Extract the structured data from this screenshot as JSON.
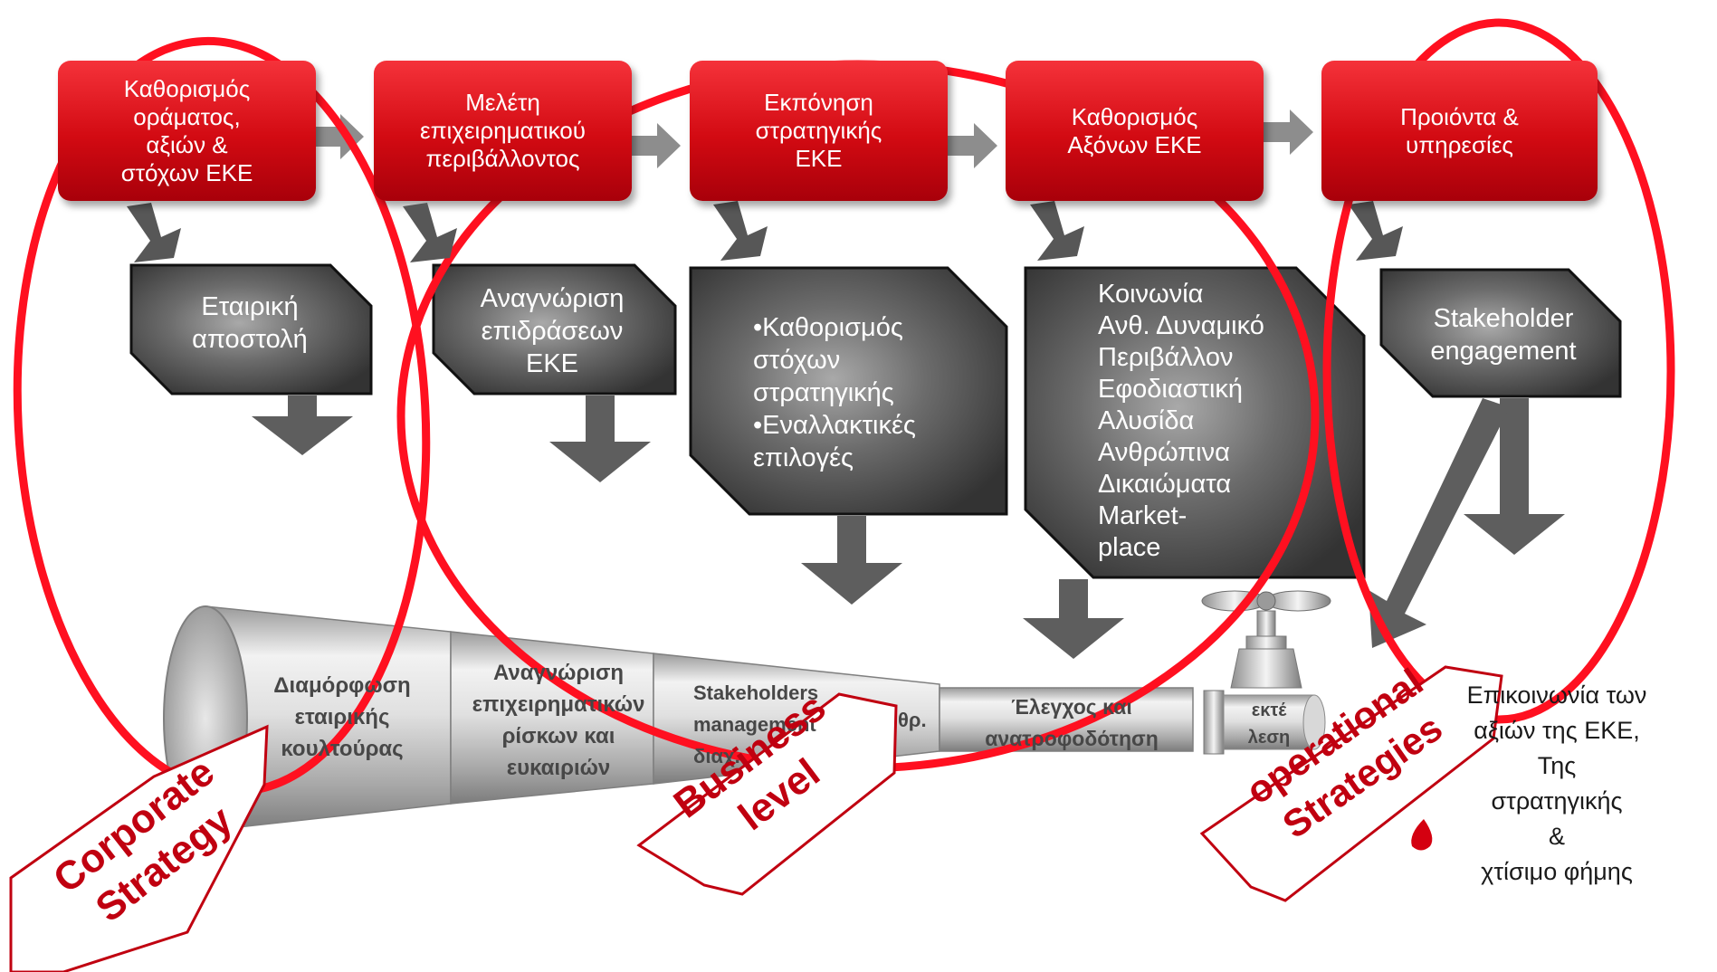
{
  "colors": {
    "red_box": "#d20a12",
    "gray_box": "#4a4a4a",
    "arrow": "#555555",
    "ellipse": "#ff1020",
    "tag_text": "#c00010"
  },
  "process_steps": [
    {
      "label": "Καθορισμός\nοράματος,\nαξιών &\nστόχων ΕΚΕ"
    },
    {
      "label": "Μελέτη\nεπιχειρηματικού\nπεριβάλλοντος"
    },
    {
      "label": "Εκπόνηση\nστρατηγικής\nΕΚΕ"
    },
    {
      "label": "Καθορισμός\nΑξόνων ΕΚΕ"
    },
    {
      "label": "Προιόντα &\nυπηρεσίες"
    }
  ],
  "outcomes": [
    {
      "label": "Εταιρική\nαποστολή"
    },
    {
      "label": "Αναγνώριση\nεπιδράσεων\nΕΚΕ"
    },
    {
      "label": "•Καθορισμός\nστόχων\nστρατηγικής\n•Εναλλακτικές\nεπιλογές"
    },
    {
      "label": "Κοινωνία\nΑνθ. Δυναμικό\nΠεριβάλλον\nΕφοδιαστική\nΑλυσίδα\nΑνθρώπινα\nΔικαιώματα\nMarket-\nplace"
    },
    {
      "label": "Stakeholder\nengagement"
    }
  ],
  "pipeline": [
    {
      "label": "Διαμόρφωση\nεταιρικής\nκουλτούρας"
    },
    {
      "label": "Αναγνώριση\nεπιχειρηματικών\nρίσκων και\nευκαιριών"
    },
    {
      "label": "Stakeholders\nmanagement\nδιαχ.",
      "extra": "θρ."
    },
    {
      "label": "Έλεγχος και\nανατροφοδότηση"
    },
    {
      "label": "εκτέ\nλεση"
    }
  ],
  "result_text": "Επικοινωνία των\nαξιών της ΕΚΕ,\nΤης\nστρατηγικής\n&\nχτίσιμο φήμης",
  "level_tags": [
    {
      "label": "Corporate\nStrategy"
    },
    {
      "label": "Business\nlevel"
    },
    {
      "label": "operational\nStrategies"
    }
  ]
}
